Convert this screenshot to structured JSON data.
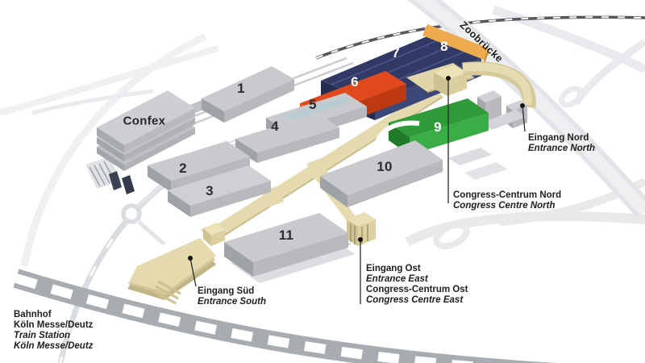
{
  "map": {
    "region_labels": {
      "confex": "Confex",
      "zoobruecke": "Zoobrücke"
    },
    "halls": {
      "h1": "1",
      "h2": "2",
      "h3": "3",
      "h4": "4",
      "h5": "5",
      "h6": "6",
      "h7": "7",
      "h8": "8",
      "h9": "9",
      "h10": "10",
      "h11": "11"
    },
    "callouts": {
      "entrance_north": {
        "de": "Eingang Nord",
        "en": "Entrance North"
      },
      "congress_centre_north": {
        "de": "Congress-Centrum Nord",
        "en": "Congress Centre North"
      },
      "entrance_east": {
        "de": "Eingang Ost",
        "en": "Entrance East"
      },
      "congress_centre_east": {
        "de": "Congress-Centrum Ost",
        "en": "Congress Centre East"
      },
      "entrance_south": {
        "de": "Eingang Süd",
        "en": "Entrance South"
      },
      "train_station": {
        "de_line1": "Bahnhof",
        "de_line2": "Köln Messe/Deutz",
        "en_line1": "Train Station",
        "en_line2": "Köln Messe/Deutz"
      }
    },
    "colors": {
      "hall_red": "#e0491c",
      "hall_navy": "#303a64",
      "hall_amber": "#eeab4e",
      "hall_green": "#2f9c39",
      "walkway_beige": "#e4daae",
      "hall_gray": "#c9cacd",
      "background": "#ffffff"
    }
  }
}
